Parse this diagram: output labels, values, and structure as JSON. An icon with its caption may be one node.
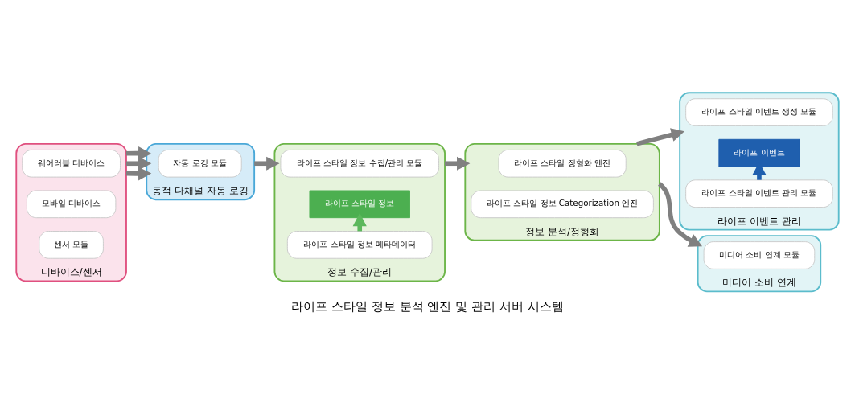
{
  "diagram": {
    "caption": "라이프 스타일 정보 분석 엔진 및 관리 서버 시스템",
    "nodes": [
      {
        "text": [
          "동적 다채널 자동 로깅"
        ]
      },
      {
        "text": [
          "자동 로깅 모듈"
        ],
        "in": 0
      },
      {
        "text": [
          "디바이스/센서"
        ]
      },
      {
        "text": [
          "웨어러블 디바이스"
        ],
        "in": 2
      },
      {
        "text": [
          "모바일 디바이스"
        ],
        "in": 2
      },
      {
        "text": [
          "센서 모듈"
        ],
        "in": 2
      },
      {
        "text": [
          "정보 수집/관리"
        ]
      },
      {
        "text": [
          "라이프 스타일 정보 수집/관리 모듈"
        ],
        "in": 6
      },
      {
        "text": [
          "라이프 스타일 정보 메타데이터"
        ],
        "in": 6
      },
      {
        "text": [
          "라이프 스타일 정보"
        ],
        "in": 6
      },
      {
        "text": [
          "정보 분석/정형화"
        ]
      },
      {
        "text": [
          "라이프 스타일 정형화 엔진"
        ],
        "in": 10
      },
      {
        "text": [
          "라이프 스타일 정보 Categorization 엔진"
        ],
        "in": 10
      },
      {
        "text": [
          "라이프 이벤트 관리"
        ]
      },
      {
        "text": [
          "라이프 스타일 이벤트 생성 모듈"
        ],
        "in": 13
      },
      {
        "text": [
          "라이프 스타일 이벤트 관리 모듈"
        ],
        "in": 13
      },
      {
        "text": [
          "라이프 이벤트"
        ],
        "in": 13
      },
      {
        "text": [
          "미디어 소비 연계"
        ]
      },
      {
        "text": [
          "미디어 소비 연계 모듈"
        ],
        "in": 17
      }
    ],
    "edges": [
      {
        "from": 2,
        "to": 0,
        "arrow": "to"
      },
      {
        "from": 2,
        "to": 0,
        "arrow": "to"
      },
      {
        "from": 2,
        "to": 0,
        "arrow": "to"
      },
      {
        "from": 0,
        "to": 6,
        "arrow": "to"
      },
      {
        "from": 8,
        "to": 9,
        "arrow": "to",
        "color": "#5cb85c"
      },
      {
        "from": 6,
        "to": 10,
        "arrow": "to"
      },
      {
        "from": 10,
        "to": 13,
        "arrow": "to"
      },
      {
        "from": 10,
        "to": 17,
        "arrow": "to"
      },
      {
        "from": 15,
        "to": 16,
        "arrow": "to",
        "color": "#1f5fae"
      }
    ]
  }
}
